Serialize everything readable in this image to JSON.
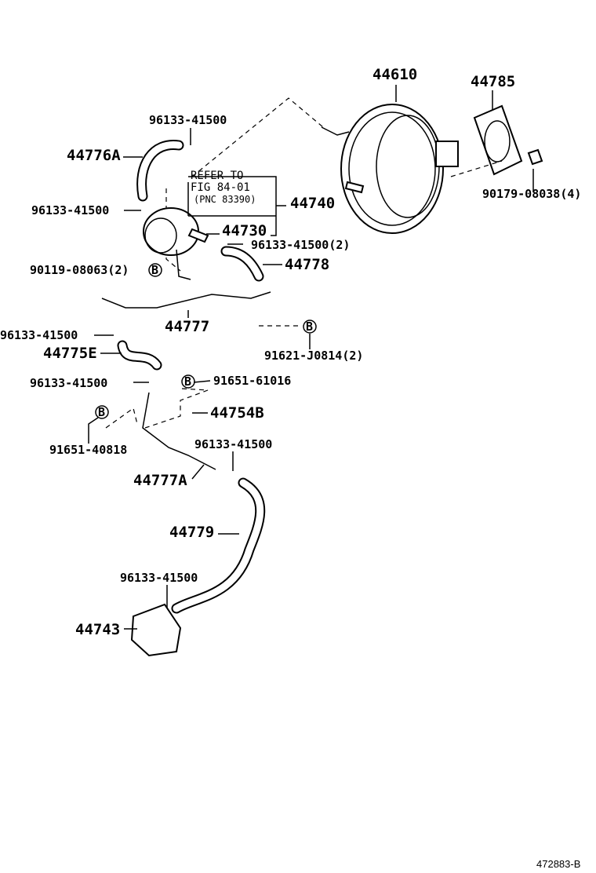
{
  "labels": {
    "booster": "44610",
    "gasket": "44785",
    "hose_top_clamp": "96133-41500",
    "hose_a": "44776A",
    "refer1": "REFER TO",
    "refer2": "FIG 84-01",
    "refer3": "(PNC 83390)",
    "pump": "44740",
    "clamp_left": "96133-41500",
    "valve": "44730",
    "clamp2": "96133-41500(2)",
    "hose_44778": "44778",
    "bolt_90119": "90119-08063(2)",
    "nut_90179": "90179-08038(4)",
    "pipe_44777": "44777",
    "clamp_3": "96133-41500",
    "hose_e": "44775E",
    "bolt_91621": "91621-J0814(2)",
    "clamp_4": "96133-41500",
    "bolt_91651_61016": "91651-61016",
    "bracket": "44754B",
    "bolt_91651_40818": "91651-40818",
    "clamp_5": "96133-41500",
    "pipe_a": "44777A",
    "hose_44779": "44779",
    "clamp_6": "96133-41500",
    "tank": "44743",
    "marker": "B",
    "footer": "472883-B"
  }
}
